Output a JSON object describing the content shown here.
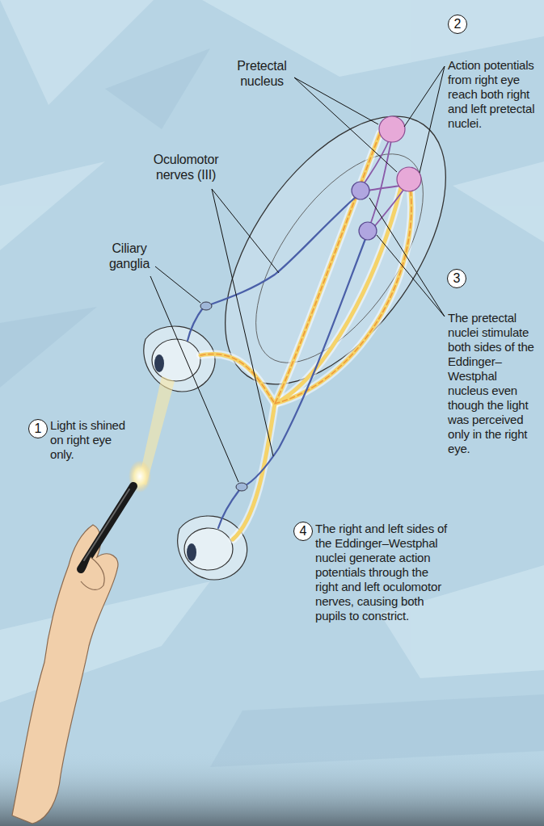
{
  "diagram": {
    "nodes": [
      {
        "text": [
          "1"
        ]
      },
      {
        "text": [
          "2"
        ]
      },
      {
        "text": [
          "3"
        ]
      },
      {
        "text": [
          "4"
        ]
      }
    ],
    "labels": [
      "Pretectal nucleus",
      "Action potentials from right eye reach both right and left pretectal nuclei.",
      "Oculomotor nerves (III)",
      "Ciliary ganglia",
      "The pretectal nuclei stimulate both sides of the Eddinger–Westphal nucleus even though the light was perceived only in the right eye.",
      "Light is shined on right eye only.",
      "The right and left sides of the Eddinger–Westphal nuclei generate action potentials through the right and left oculomotor nerves, causing both pupils to constrict."
    ]
  }
}
